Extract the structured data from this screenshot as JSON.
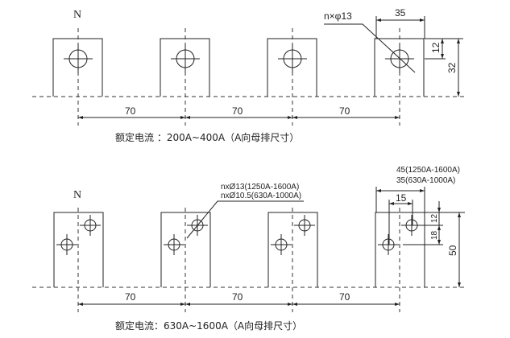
{
  "top": {
    "neutral_label": "N",
    "spacing": [
      "70",
      "70",
      "70"
    ],
    "hole_label": "n×φ13",
    "width_dim": "35",
    "hole_offset_dim": "12",
    "height_dim": "32",
    "caption": "额定电流 ：200A~400A（A向母排尺寸）"
  },
  "bottom": {
    "neutral_label": "N",
    "spacing": [
      "70",
      "70",
      "70"
    ],
    "hole_label_1": "nxØ13(1250A-1600A)",
    "hole_label_2": "nxØ10.5(630A-1000A)",
    "width_label_1": "45(1250A-1600A)",
    "width_label_2": "35(630A-1000A)",
    "hole_spacing_dim": "15",
    "hole_offset_dim": "12",
    "hole_vertical_dim": "18",
    "height_dim": "50",
    "caption": "额定电流：630A~1600A（A向母排尺寸）"
  }
}
